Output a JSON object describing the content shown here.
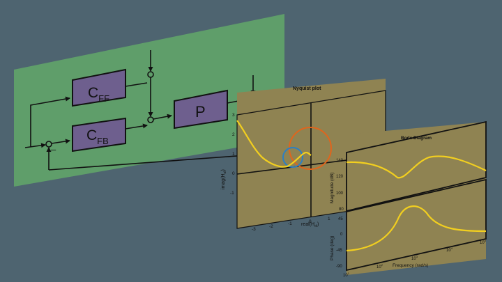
{
  "colors": {
    "background": "#4e6470",
    "block_panel": "#5f9e6a",
    "block_fill": "#6e5f8e",
    "plot_panel": "#8f8352",
    "curve": "#f2cf1f",
    "circle_blue": "#2b7fc4",
    "circle_orange": "#e0651c"
  },
  "block_diagram": {
    "blocks": {
      "cff": {
        "main": "C",
        "sub": "FF"
      },
      "cfb": {
        "main": "C",
        "sub": "FB"
      },
      "plant": {
        "main": "P"
      }
    },
    "minus_sign": "–"
  },
  "nyquist": {
    "title": "Nyquist plot",
    "xlabel_main": "real(H",
    "xlabel_sub": "ol",
    "xlabel_end": ")",
    "ylabel_main": "imag(H",
    "ylabel_sub": "ol",
    "ylabel_end": ")",
    "xticks": [
      "-3",
      "-2",
      "-1",
      "0",
      "1"
    ],
    "yticks": [
      "3",
      "2",
      "1",
      "0",
      "-1"
    ]
  },
  "bode": {
    "title": "Bode Diagram",
    "mag_ylabel": "Magnitude (dB)",
    "mag_yticks": [
      "140",
      "120",
      "100",
      "80"
    ],
    "phase_ylabel": "Phase (deg)",
    "phase_yticks": [
      "45",
      "0",
      "-45",
      "-90"
    ],
    "xlabel": "Frequency  (rad/s)",
    "xticks": [
      {
        "base": "10",
        "exp": "1"
      },
      {
        "base": "10",
        "exp": "2"
      },
      {
        "base": "10",
        "exp": "3"
      },
      {
        "base": "10",
        "exp": "4"
      },
      {
        "base": "10",
        "exp": "5"
      }
    ]
  }
}
